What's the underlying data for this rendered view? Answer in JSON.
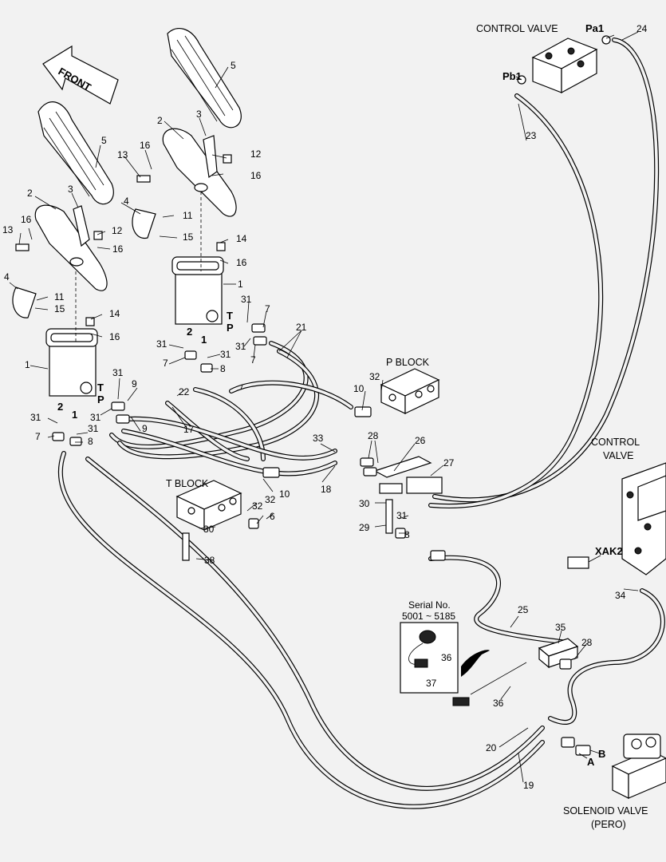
{
  "diagram": {
    "front_label": "FRONT",
    "control_valve_top": {
      "label": "CONTROL VALVE",
      "port_a": "Pa1",
      "port_b": "Pb1"
    },
    "control_valve_right": {
      "line1": "CONTROL",
      "line2": "VALVE",
      "port": "XAK2"
    },
    "p_block_label": "P BLOCK",
    "t_block_label": "T BLOCK",
    "solenoid_valve": {
      "line1": "SOLENOID VALVE",
      "line2": "(PERO)",
      "port_a": "A",
      "port_b": "B"
    },
    "serial_box": {
      "title": "Serial No.",
      "range": "5001 ~ 5185",
      "callout_36": "36",
      "callout_37": "37"
    },
    "port_labels": {
      "T": "T",
      "P": "P",
      "one": "1",
      "two": "2"
    },
    "callouts": {
      "c1": "1",
      "c2": "2",
      "c3": "3",
      "c4": "4",
      "c5": "5",
      "c6": "6",
      "c7": "7",
      "c8": "8",
      "c9": "9",
      "c10": "10",
      "c11": "11",
      "c12": "12",
      "c13": "13",
      "c14": "14",
      "c15": "15",
      "c16": "16",
      "c17": "17",
      "c18": "18",
      "c19": "19",
      "c20": "20",
      "c21": "21",
      "c22": "22",
      "c23": "23",
      "c24": "24",
      "c25": "25",
      "c26": "26",
      "c27": "27",
      "c28": "28",
      "c29": "29",
      "c30": "30",
      "c31": "31",
      "c32": "32",
      "c33": "33",
      "c34": "34",
      "c35": "35",
      "c36": "36",
      "c37": "37",
      "c38": "38"
    }
  }
}
